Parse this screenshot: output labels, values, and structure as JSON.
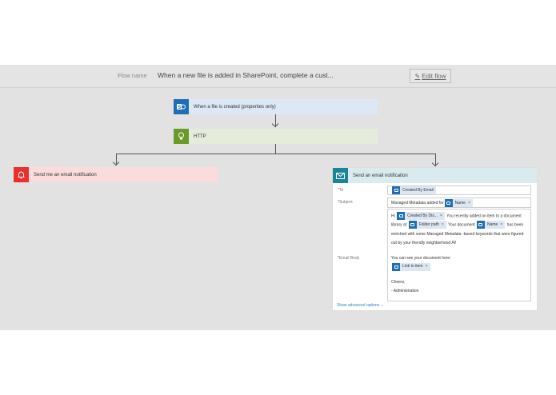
{
  "header": {
    "flow_name_label": "Flow name",
    "flow_name_value": "When a new file is added in SharePoint, complete a cust...",
    "edit_flow_label": "Edit flow",
    "edit_flow_icon": "pencil-icon"
  },
  "steps": {
    "trigger": {
      "label": "When a file is created (properties only)",
      "icon": "sharepoint-icon",
      "color": "#1f6eb5"
    },
    "http": {
      "label": "HTTP",
      "icon": "lightbulb-icon",
      "color": "#6a9a2a"
    },
    "notify": {
      "label": "Send me an email notification",
      "icon": "bell-icon",
      "color": "#e8302f"
    },
    "email": {
      "label": "Send an email notification",
      "icon": "mail-icon",
      "color": "#1b8598"
    }
  },
  "email_form": {
    "to_label": "To",
    "subject_label": "Subject",
    "body_label": "Email Body",
    "to_token": "Created By Email",
    "subject_prefix": "Managed Metadata added for",
    "subject_token": "Name",
    "body": {
      "greeting": "Hi",
      "token_created_by": "Created By Dis...",
      "text1": "You recently added an item to a document library at",
      "token_folder": "Folder path",
      "text2": "Your document",
      "token_name": "Name",
      "text3": "has been enriched with some Managed Metadata -based keywords that were figured out by your friendly neighborhood AI!",
      "text4": "You can see your document here:",
      "token_link": "Link to item",
      "text5": "Cheers,",
      "text6": "- Administration"
    },
    "token_remove": "×",
    "show_advanced": "Show advanced options"
  }
}
